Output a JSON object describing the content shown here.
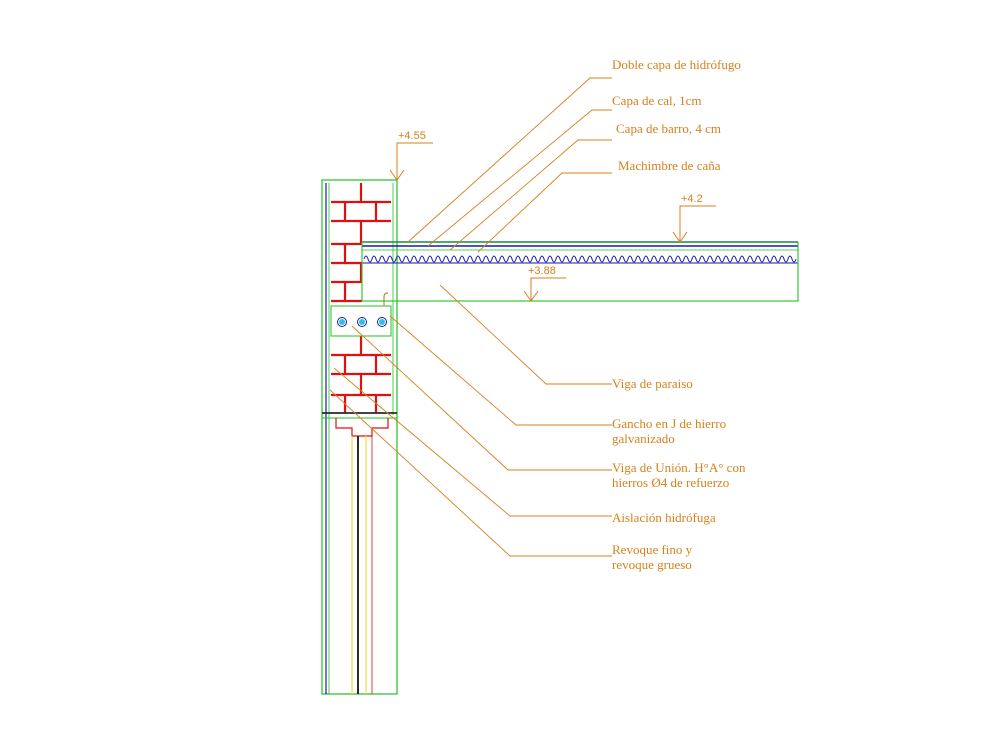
{
  "colors": {
    "annotation": "#d4821e",
    "outline": "#22c122",
    "brick": "#e01010",
    "mortar": "#ffffff",
    "insulation": "#1a1aa8",
    "wood": "#e8e04a",
    "concrete": "#2a2a2a"
  },
  "levels": {
    "top_wall": "+4.55",
    "roof_top": "+4.2",
    "beam_bottom": "+3.88"
  },
  "labels": {
    "doble_capa": "Doble capa de hidrófugo",
    "capa_cal": "Capa de cal, 1cm",
    "capa_barro": "Capa de barro, 4 cm",
    "machimbre": "Machimbre de caña",
    "viga_paraiso": "Viga de paraiso",
    "gancho_l1": "Gancho en J de hierro",
    "gancho_l2": "galvanizado",
    "viga_union_l1": "Viga de Unión. H°A° con",
    "viga_union_l2": "hierros Ø4 de refuerzo",
    "aislacion": "Aislación hidrófuga",
    "revoque_l1": "Revoque fino y",
    "revoque_l2": "revoque grueso"
  }
}
